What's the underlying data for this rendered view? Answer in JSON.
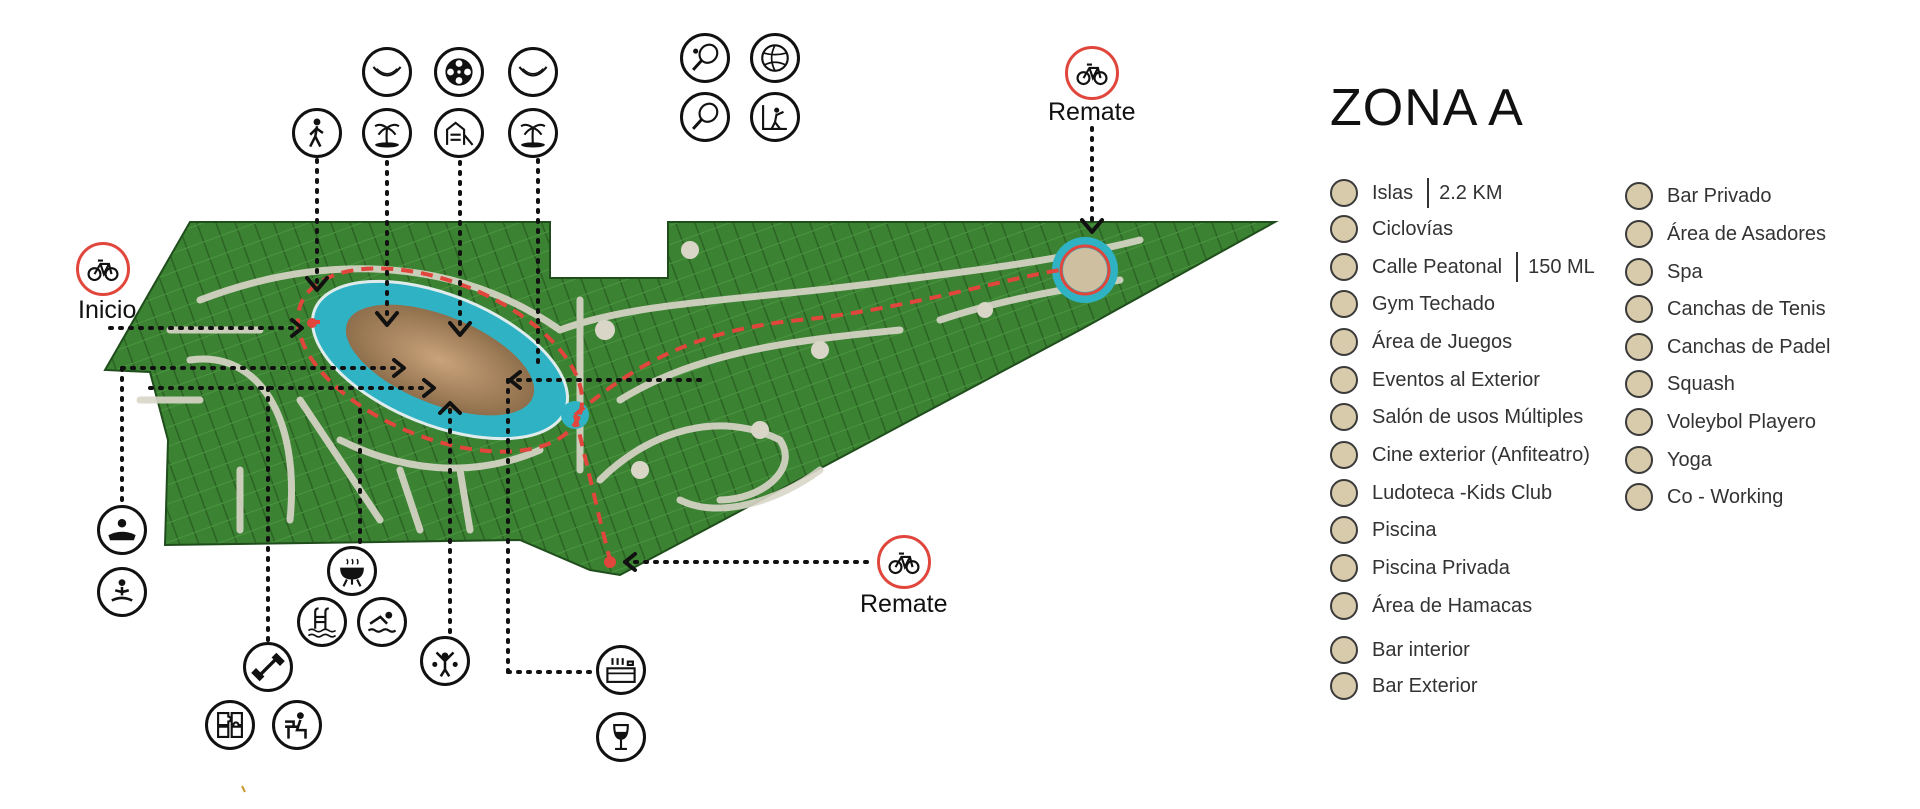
{
  "map": {
    "start_label": "Inicio",
    "end_label_top": "Remate",
    "end_label_bottom": "Remate"
  },
  "legend": {
    "title": "ZONA A",
    "col1": [
      {
        "label": "Islas",
        "extra": "2.2 KM",
        "icon": "palm-icon"
      },
      {
        "label": "Ciclovías",
        "icon": "bicycle-icon"
      },
      {
        "label": "Calle Peatonal",
        "extra": "150 ML",
        "icon": "pedestrian-icon"
      },
      {
        "label": "Gym Techado",
        "icon": "dumbbell-icon"
      },
      {
        "label": "Área de Juegos",
        "icon": "playground-icon"
      },
      {
        "label": "Eventos al Exterior",
        "icon": "party-icon"
      },
      {
        "label": "Salón de usos Múltiples",
        "icon": "hall-icon"
      },
      {
        "label": "Cine exterior  (Anfiteatro)",
        "icon": "film-reel-icon"
      },
      {
        "label": "Ludoteca -Kids Club",
        "icon": "puzzle-icon"
      },
      {
        "label": "Piscina",
        "icon": "pool-icon"
      },
      {
        "label": "Piscina Privada",
        "icon": "swimmer-icon"
      },
      {
        "label": "Área de Hamacas",
        "icon": "hammock-icon"
      },
      {
        "label": "Bar interior",
        "icon": "wine-glass-icon"
      },
      {
        "label": "Bar Exterior",
        "icon": "bottles-icon"
      }
    ],
    "col2": [
      {
        "label": "Bar Privado",
        "icon": "bar-icon"
      },
      {
        "label": "Área de Asadores",
        "icon": "grill-icon"
      },
      {
        "label": "Spa",
        "icon": "spa-icon"
      },
      {
        "label": "Canchas de Tenis",
        "icon": "tennis-icon"
      },
      {
        "label": "Canchas de Padel",
        "icon": "padel-icon"
      },
      {
        "label": "Squash",
        "icon": "squash-icon"
      },
      {
        "label": "Voleybol Playero",
        "icon": "volleyball-icon"
      },
      {
        "label": "Yoga",
        "icon": "yoga-icon"
      },
      {
        "label": "Co - Working",
        "icon": "coworking-icon"
      }
    ]
  },
  "colors": {
    "route": "#e0463b",
    "water": "#2fb3c4",
    "grass_dark": "#2f6b2a",
    "grass": "#3f8a35",
    "legend_dot": "#d8cbab"
  }
}
